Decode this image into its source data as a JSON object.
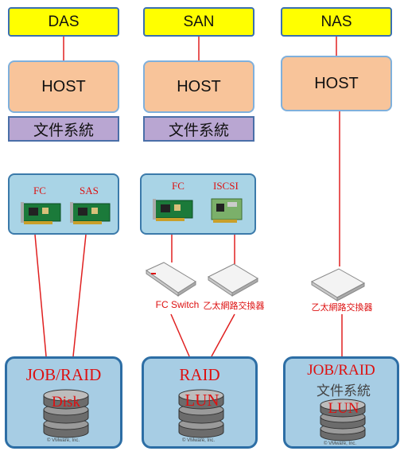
{
  "columns": {
    "das": {
      "label": "DAS",
      "host": "HOST",
      "fs": "文件系統",
      "cards": [
        "FC",
        "SAS"
      ],
      "storage_title": "JOB/RAID",
      "disk_label": "Disk"
    },
    "san": {
      "label": "SAN",
      "host": "HOST",
      "fs": "文件系統",
      "cards": [
        "FC",
        "ISCSI"
      ],
      "switches": [
        "FC Switch",
        "乙太網路交換器"
      ],
      "storage_title": "RAID",
      "disk_label": "LUN"
    },
    "nas": {
      "label": "NAS",
      "host": "HOST",
      "switch": "乙太網路交換器",
      "storage_title": "JOB/RAID",
      "storage_fs": "文件系統",
      "disk_label": "LUN"
    }
  },
  "copyright": "© VMware, Inc.",
  "colors": {
    "line": "#e02020",
    "label_bg": "#ffff00",
    "host_bg": "#f8c49a",
    "fs_bg": "#b9a6d2",
    "panel_bg": "#a9d4e6"
  }
}
